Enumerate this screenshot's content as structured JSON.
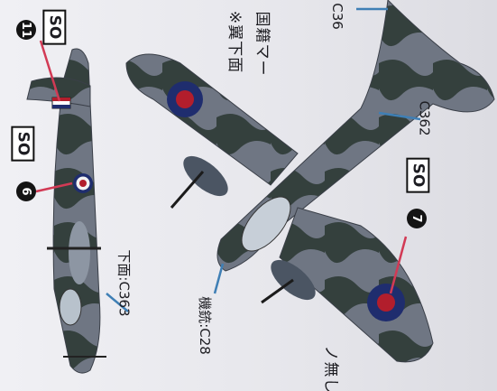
{
  "callouts": {
    "c11": "11",
    "c6": "6",
    "c7": "7"
  },
  "codes": {
    "sq_top_left": "SO",
    "sq_mid_left": "SO",
    "sq_right": "SO"
  },
  "labels": {
    "underside_c363": "下面:C363",
    "gun_c28": "機銃:C28",
    "c362": "C362",
    "c36_partial": "C36",
    "note_line1": "※翼下面",
    "note_line2": "国籍マー",
    "none_partial": "ノ無し"
  },
  "colors": {
    "ocean_grey": "#6f7683",
    "dark_green": "#2e3a35",
    "roundel_blue": "#1f2d6e",
    "roundel_red": "#b21e2c",
    "leader_blue": "#3f7fb5",
    "leader_red": "#d23a55"
  }
}
